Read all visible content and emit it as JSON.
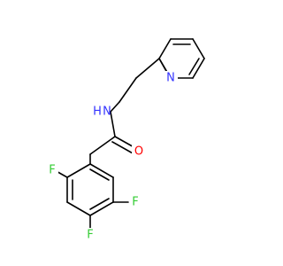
{
  "molecule": {
    "atom_labels": {
      "pyridine_n": "N",
      "amide_nh": "N",
      "amide_h": "H",
      "carbonyl_o": "O",
      "fluoro_ortho": "F",
      "fluoro_meta": "F",
      "fluoro_para": "F"
    }
  },
  "colors": {
    "bond": "#000000",
    "nitrogen": "#3333ff",
    "oxygen": "#ff0000",
    "fluorine": "#33cc33"
  }
}
